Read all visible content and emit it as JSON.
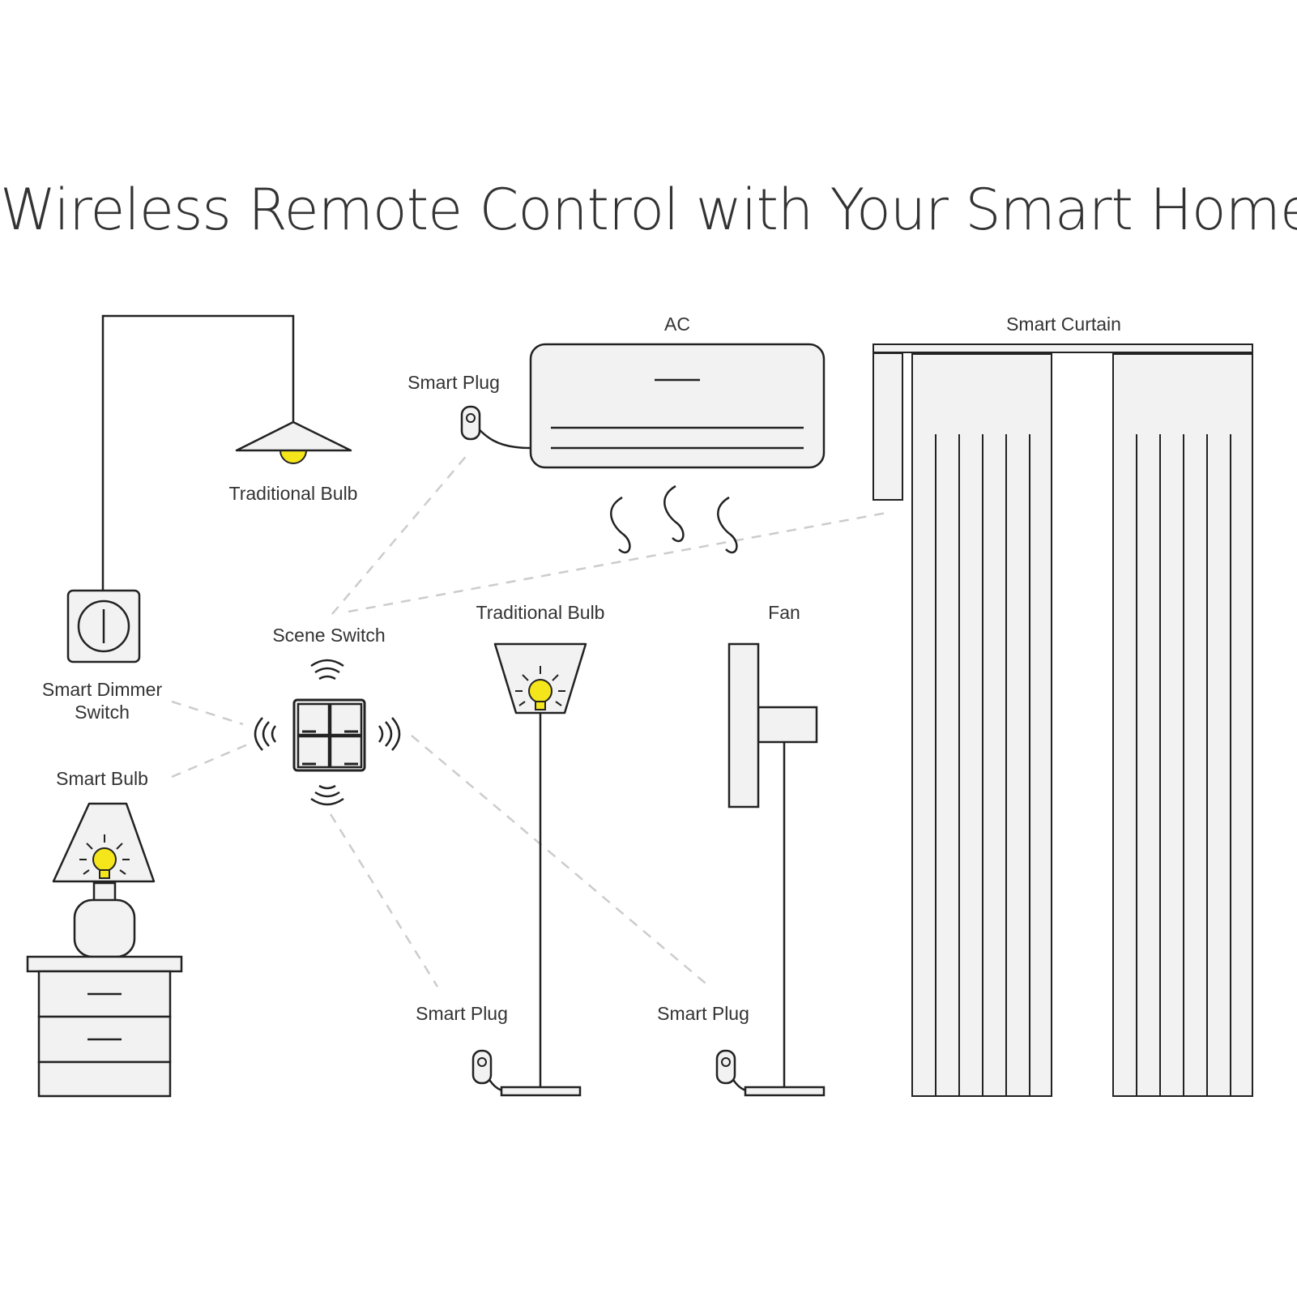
{
  "title": "Wireless Remote Control with Your Smart Home",
  "colors": {
    "line": "#222222",
    "fill": "#f2f2f2",
    "bulb": "#f5e61c",
    "dash": "#cccccc",
    "text": "#333333"
  },
  "labels": {
    "traditional_bulb_ceiling": "Traditional Bulb",
    "smart_dimmer_switch_line1": "Smart Dimmer",
    "smart_dimmer_switch_line2": "Switch",
    "smart_bulb": "Smart Bulb",
    "scene_switch": "Scene Switch",
    "smart_plug_ac": "Smart Plug",
    "ac": "AC",
    "traditional_bulb_floor": "Traditional Bulb",
    "fan": "Fan",
    "smart_curtain": "Smart Curtain",
    "smart_plug_lamp": "Smart Plug",
    "smart_plug_fan": "Smart Plug"
  }
}
